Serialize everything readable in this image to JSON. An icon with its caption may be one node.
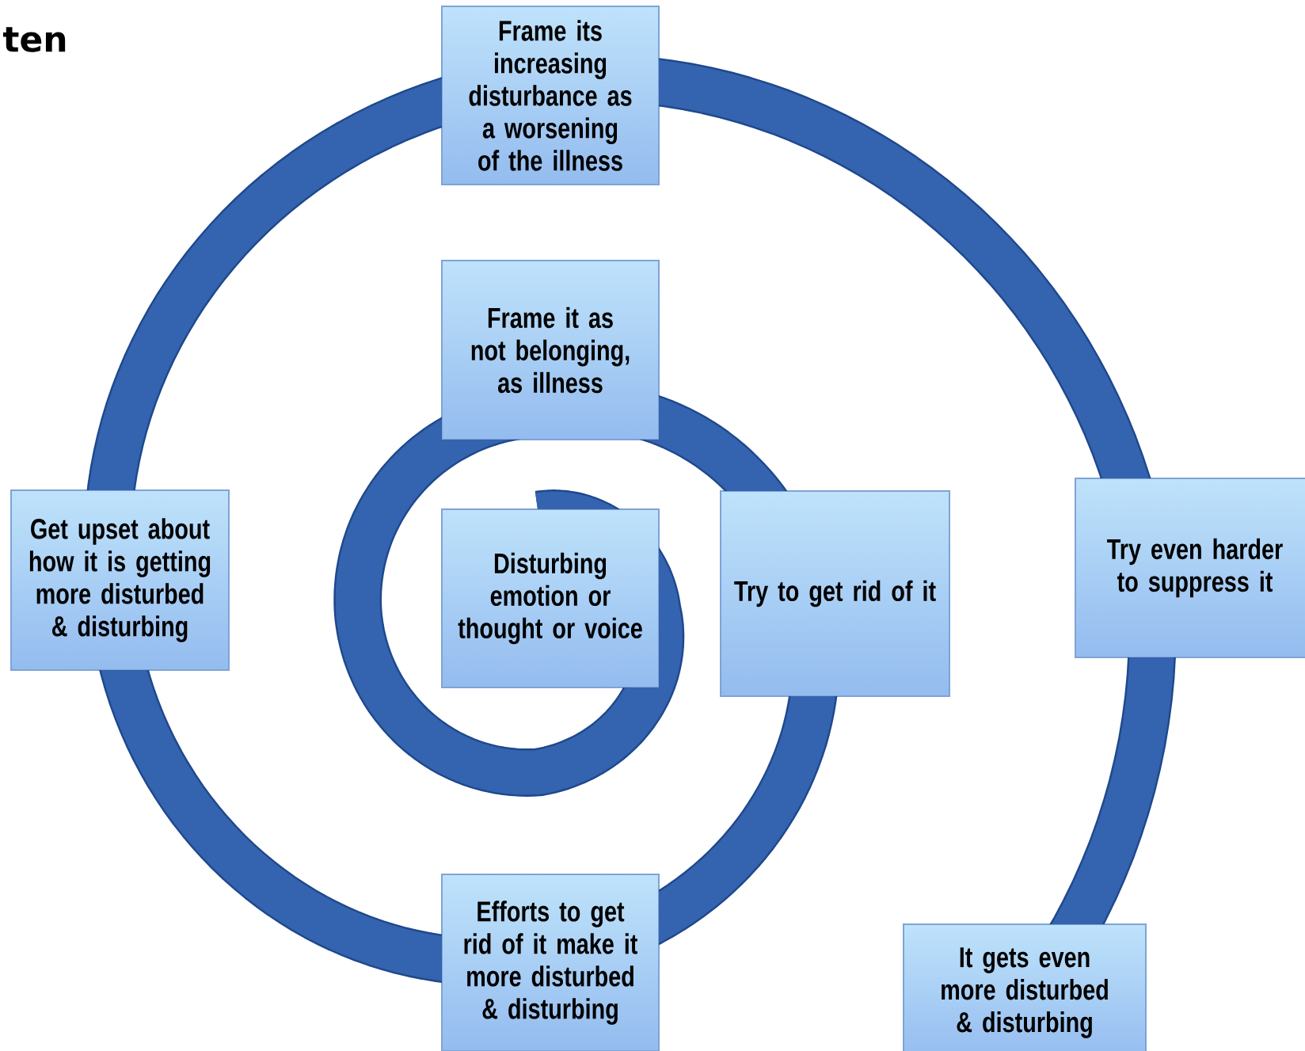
{
  "diagram": {
    "nodes": [
      {
        "text": [
          "Disturbing emotion or thought or voice"
        ]
      },
      {
        "text": [
          "Frame it as not belonging, as illness"
        ]
      },
      {
        "text": [
          "Try to get rid of it"
        ]
      },
      {
        "text": [
          "Efforts to get rid of it make it more disturbed & disturbing"
        ]
      },
      {
        "text": [
          "Get upset about how it is getting more disturbed & disturbing"
        ]
      },
      {
        "text": [
          "Frame its increasing disturbance as a worsening of the illness"
        ]
      },
      {
        "text": [
          "Try even harder to suppress it"
        ]
      },
      {
        "text": [
          "It gets even more disturbed & disturbing"
        ]
      }
    ],
    "edges": [
      {
        "from": 0,
        "to": 1,
        "arrow": "none"
      },
      {
        "from": 1,
        "to": 2,
        "arrow": "none"
      },
      {
        "from": 2,
        "to": 3,
        "arrow": "none"
      },
      {
        "from": 3,
        "to": 4,
        "arrow": "none"
      },
      {
        "from": 4,
        "to": 5,
        "arrow": "none"
      },
      {
        "from": 5,
        "to": 6,
        "arrow": "none"
      },
      {
        "from": 6,
        "to": 7,
        "arrow": "none"
      }
    ],
    "labels": [
      "ten"
    ]
  }
}
